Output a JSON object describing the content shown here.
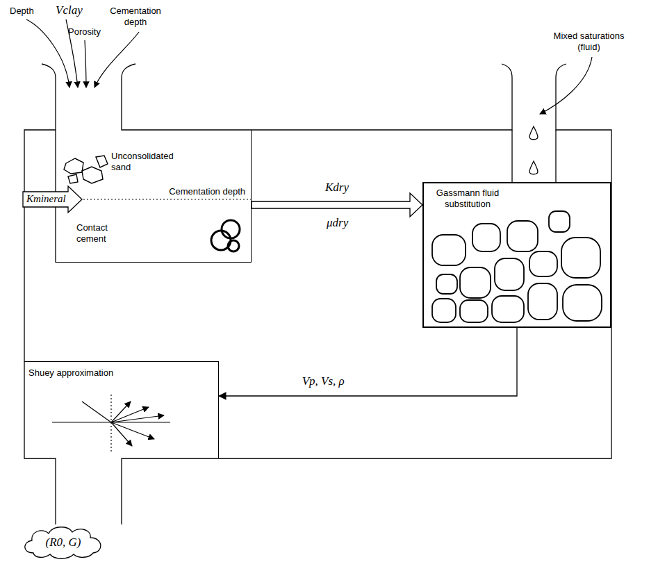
{
  "diagram": {
    "nodes": [
      {
        "text": [
          "Unconsolidated sand",
          "Cementation depth",
          "Contact cement"
        ]
      },
      {
        "text": [
          "Gassmann fluid substitution"
        ]
      },
      {
        "text": [
          "Shuey approximation"
        ]
      },
      {
        "text": [
          "(R0, G)"
        ]
      }
    ],
    "edges": [
      {
        "from": 0,
        "to": 1,
        "arrow": "to",
        "label": "Kdry"
      },
      {
        "from": 1,
        "to": 2,
        "arrow": "to",
        "label": "Vp, Vs, ρ"
      }
    ],
    "labels": [
      "Depth",
      "Vclay",
      "Porosity",
      "Cementation depth",
      "Kmineral",
      "μdry",
      "Mixed saturations (fluid)"
    ]
  }
}
